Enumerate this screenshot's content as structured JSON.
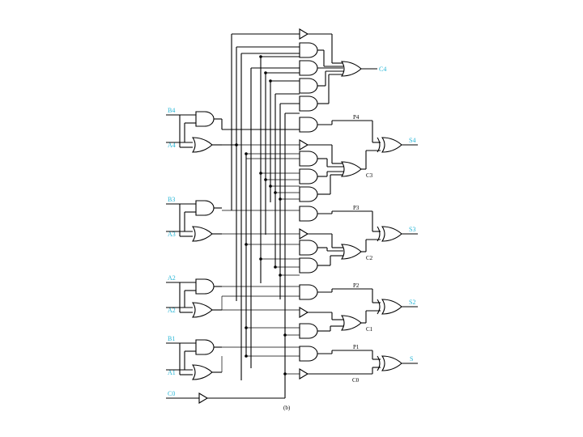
{
  "diagram": {
    "inputs": {
      "b4": "B4",
      "a4": "A4",
      "b3": "B3",
      "a3": "A3",
      "a2_top": "A2",
      "a2_bottom": "A2",
      "b1": "B1",
      "a1": "A1",
      "c0": "C0"
    },
    "outputs": {
      "c4": "C4",
      "s4": "S4",
      "s3": "S3",
      "s2": "S2",
      "s1": "S"
    },
    "signals": {
      "p4": "P4",
      "c3": "C3",
      "p3": "P3",
      "c2": "C2",
      "p2": "P2",
      "c1": "C1",
      "p1": "P1",
      "c0": "C0"
    },
    "caption": "(b)",
    "colors": {
      "label": "#29b6d6",
      "line": "#000000"
    }
  }
}
